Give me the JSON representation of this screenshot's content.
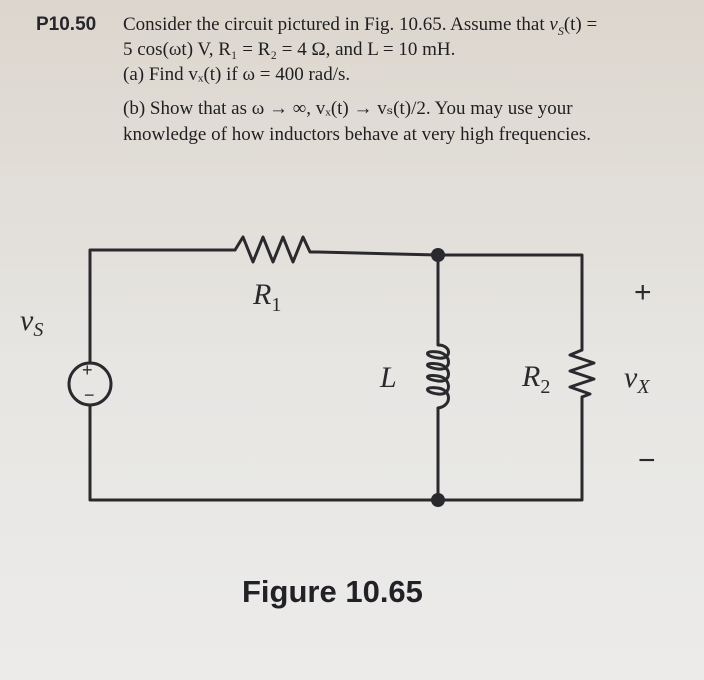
{
  "problem": {
    "number": "P10.50",
    "line1_prefix": "Consider the circuit pictured in Fig. 10.65. Assume that ",
    "line1_var": "v",
    "line1_sub": "S",
    "line1_suffix": "(t) =",
    "line2": "5 cos(ωt) V, R₁ = R₂ = 4 Ω, and L = 10 mH.",
    "part_a": "(a) Find vₓ(t) if ω = 400 rad/s.",
    "part_b_line1": "(b) Show that as ω → ∞, vₓ(t) → vₛ(t)/2. You may use your",
    "part_b_line2": "knowledge of how inductors behave at very high frequencies."
  },
  "circuit": {
    "source_label": "v",
    "source_sub": "S",
    "source_plus": "+",
    "source_minus": "−",
    "r1_label": "R",
    "r1_sub": "1",
    "l_label": "L",
    "r2_label": "R",
    "r2_sub": "2",
    "vx_plus": "+",
    "vx_label": "v",
    "vx_sub": "X",
    "vx_minus": "−"
  },
  "figure_caption": "Figure 10.65"
}
